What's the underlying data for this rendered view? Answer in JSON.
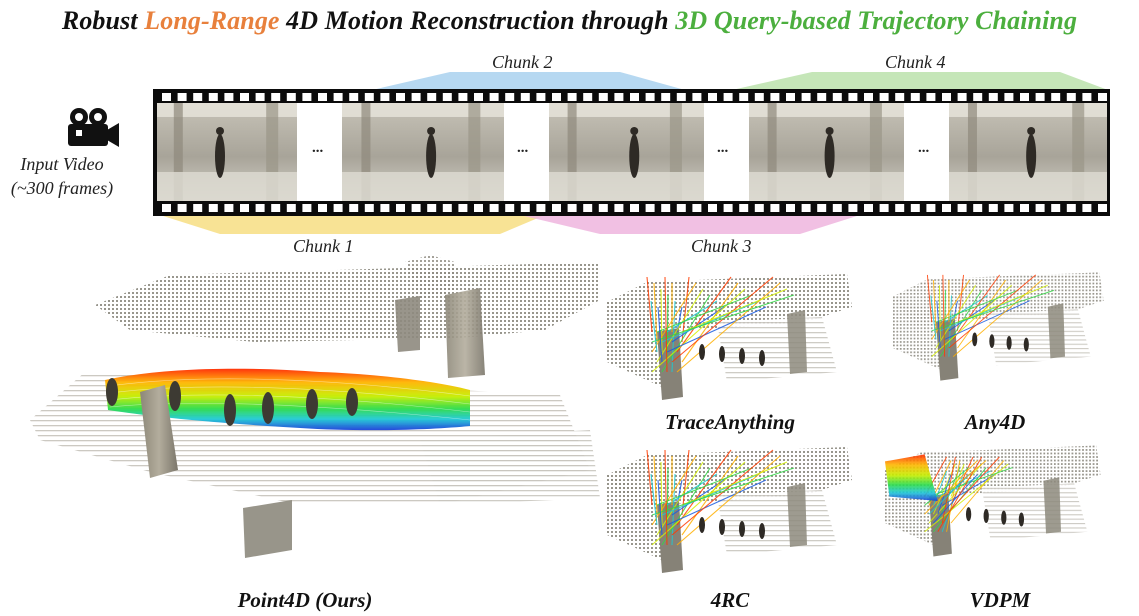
{
  "title": {
    "part1": "Robust ",
    "part2": "Long-Range",
    "part3": " 4D Motion Reconstruction through ",
    "part4": "3D Query-based Trajectory Chaining",
    "color_part2": "#E8803C",
    "color_part4": "#4CAF3E"
  },
  "input": {
    "icon": "video-camera-icon",
    "line1": "Input Video",
    "line2": "(~300 frames)"
  },
  "chunks": [
    {
      "label": "Chunk 1",
      "color": "#F7E08A"
    },
    {
      "label": "Chunk 2",
      "color": "#A9D1EE"
    },
    {
      "label": "Chunk 3",
      "color": "#EFB5DE"
    },
    {
      "label": "Chunk 4",
      "color": "#BFE3B0"
    }
  ],
  "ellipsis": "...",
  "methods": {
    "main": "Point4D (Ours)",
    "m1": "TraceAnything",
    "m2": "Any4D",
    "m3": "4RC",
    "m4": "VDPM"
  }
}
